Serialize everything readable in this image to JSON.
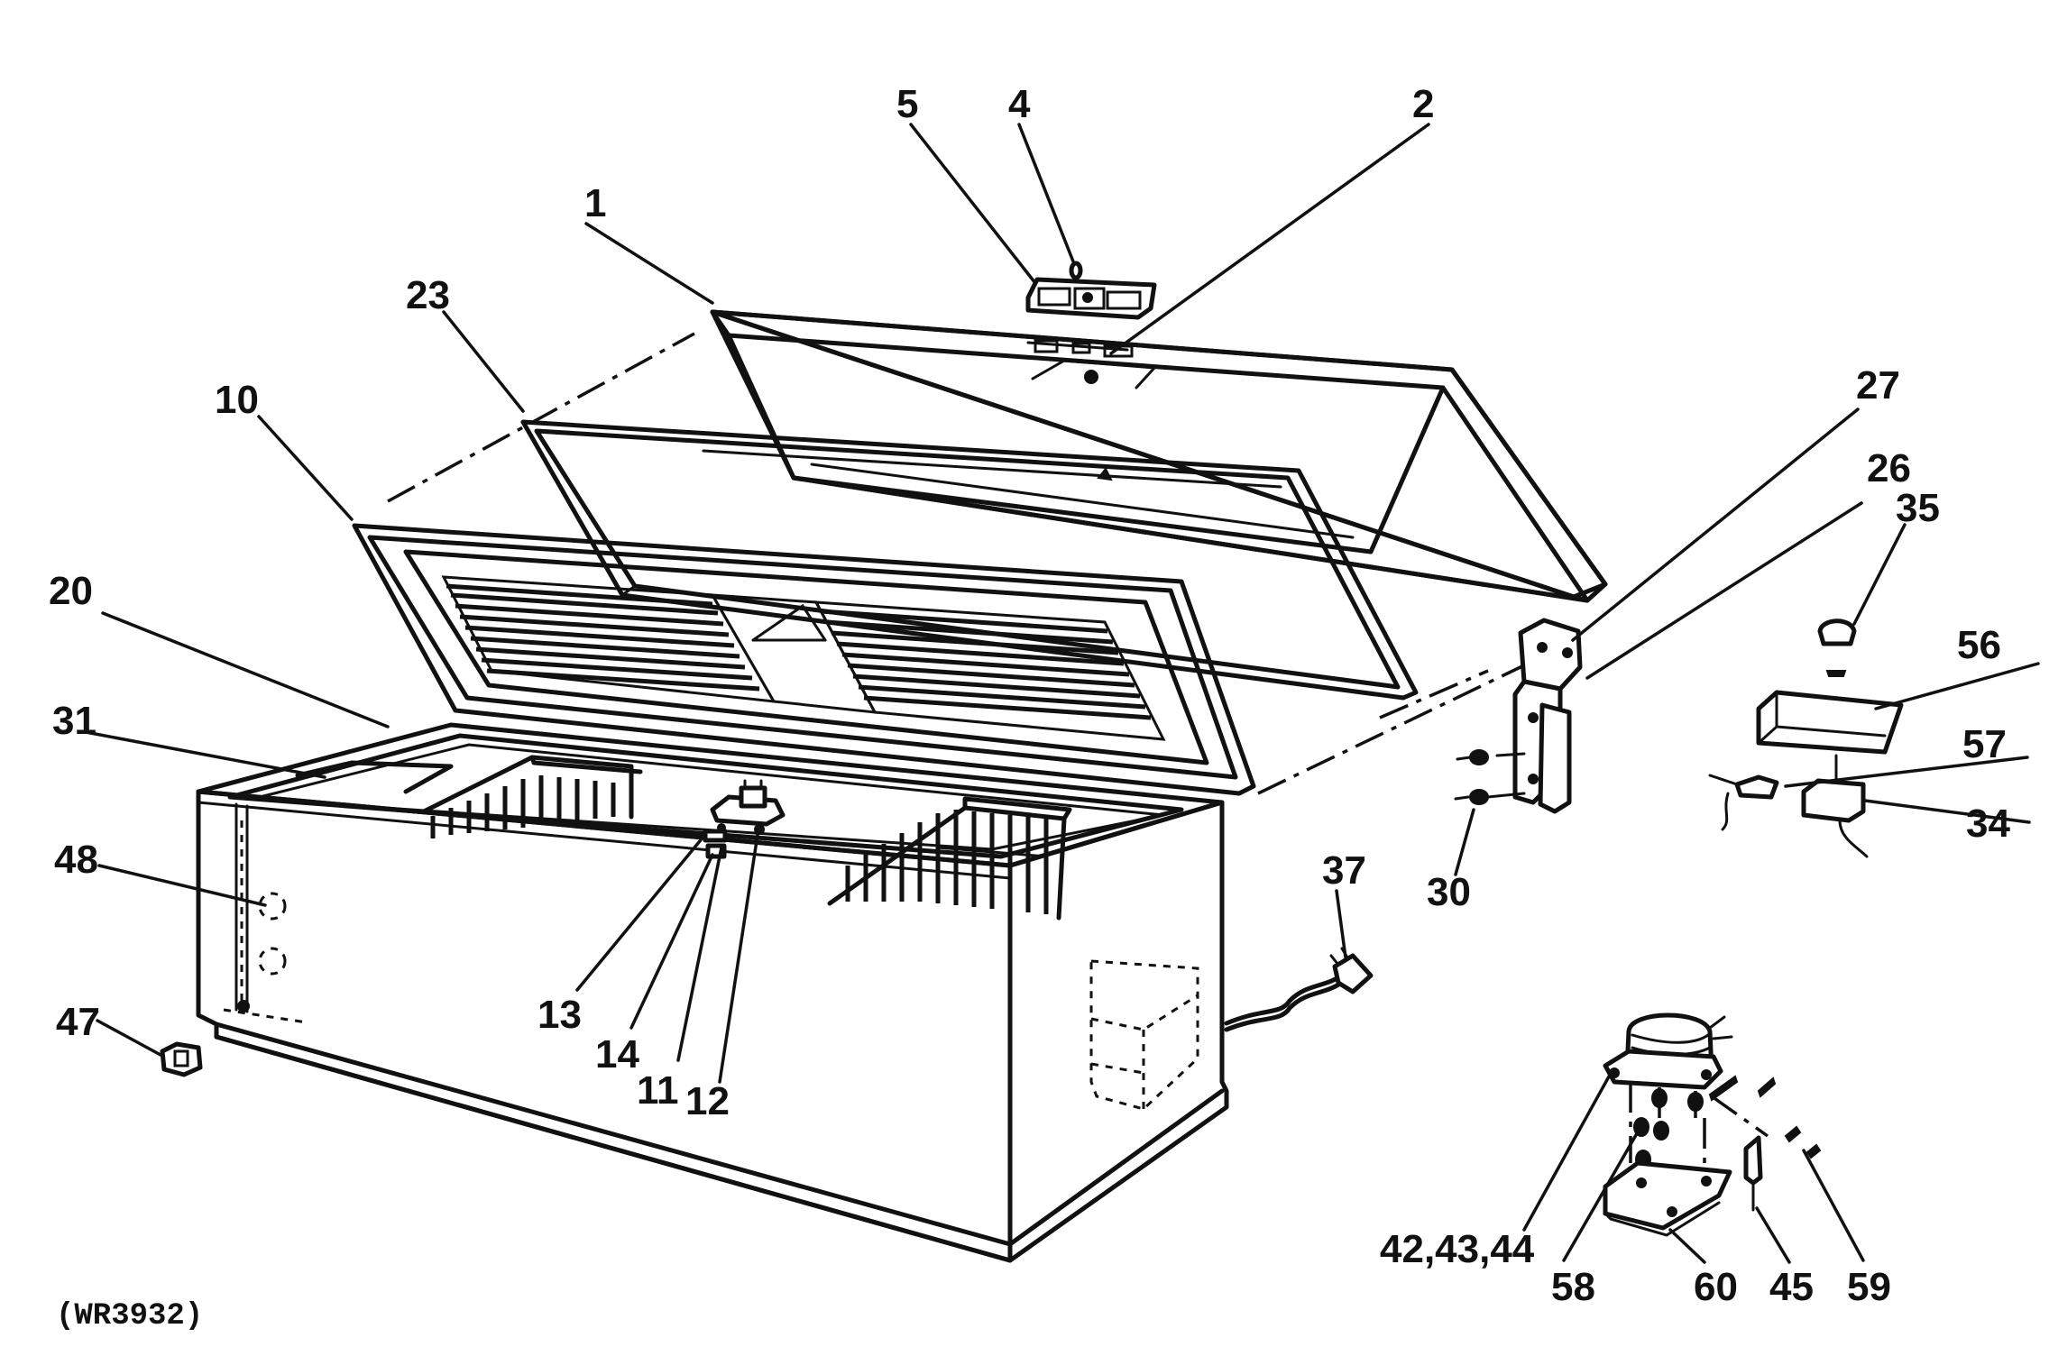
{
  "drawing_code": "(WR3932)",
  "callouts": {
    "c1": "1",
    "c2": "2",
    "c4": "4",
    "c5": "5",
    "c10": "10",
    "c11": "11",
    "c12": "12",
    "c13": "13",
    "c14": "14",
    "c20": "20",
    "c23": "23",
    "c26": "26",
    "c27": "27",
    "c30": "30",
    "c31": "31",
    "c34": "34",
    "c35": "35",
    "c37": "37",
    "c42_43_44": "42,43,44",
    "c45": "45",
    "c47": "47",
    "c48": "48",
    "c56": "56",
    "c57": "57",
    "c58": "58",
    "c59": "59",
    "c60": "60"
  }
}
